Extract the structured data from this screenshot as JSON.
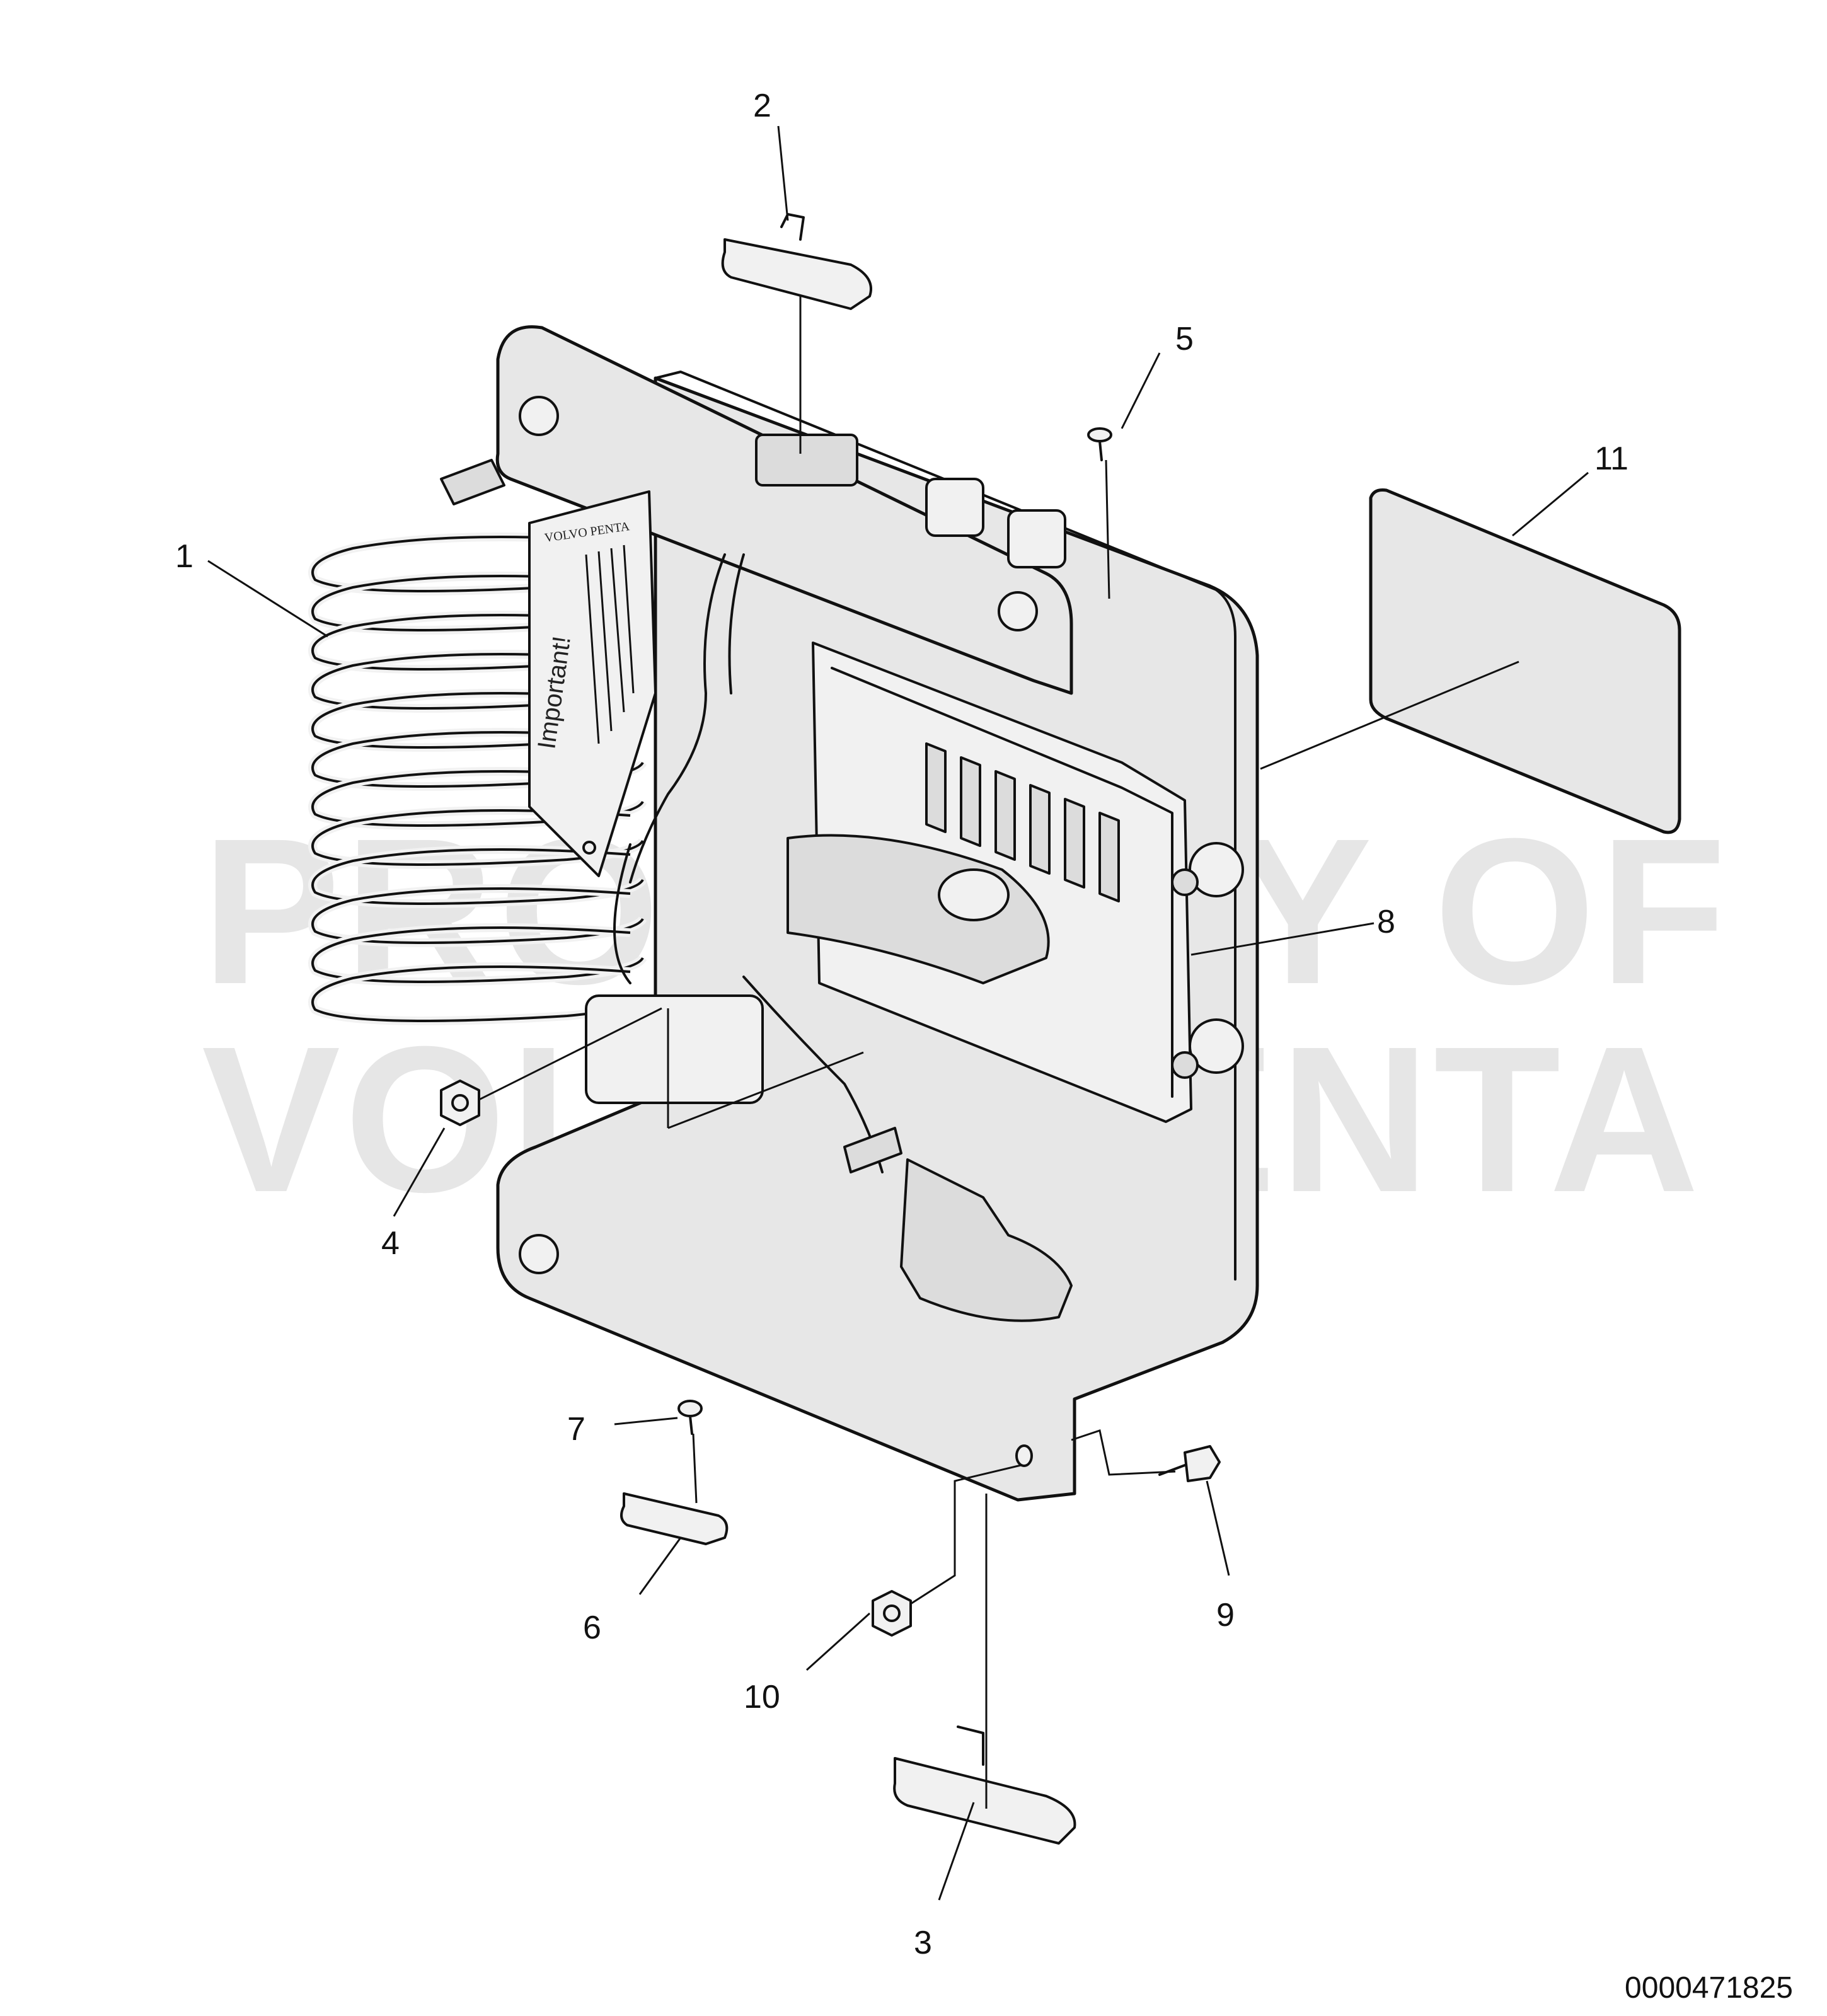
{
  "watermark": {
    "line1": "PROPERTY OF",
    "line2": "VOLVO PENTA"
  },
  "label_text": {
    "heading": "Important!",
    "brand": "VOLVO PENTA"
  },
  "callouts": {
    "c1": "1",
    "c2": "2",
    "c3": "3",
    "c4": "4",
    "c5": "5",
    "c6": "6",
    "c7": "7",
    "c8": "8",
    "c9": "9",
    "c10": "10",
    "c11": "11"
  },
  "document_id": "0000471825"
}
